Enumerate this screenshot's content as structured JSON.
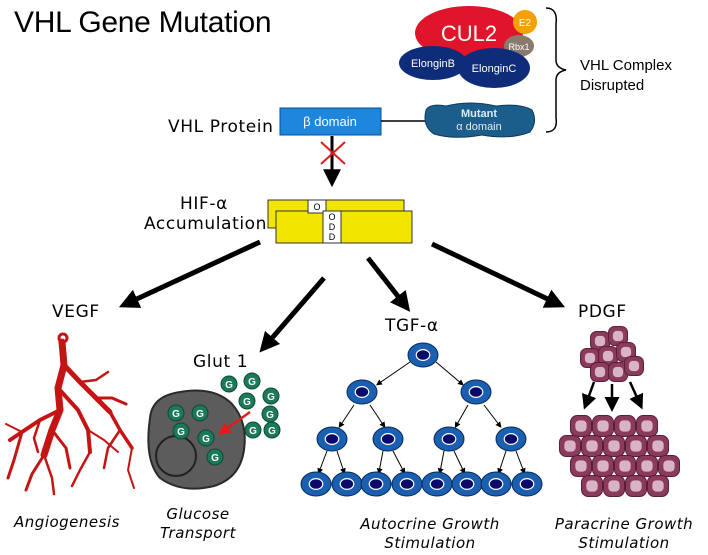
{
  "title": "VHL Gene Mutation",
  "complex": {
    "cul2": "CUL2",
    "e2": "E2",
    "rbx1": "Rbx1",
    "elonginB": "ElonginB",
    "elonginC": "ElonginC",
    "label_line1": "VHL Complex",
    "label_line2": "Disrupted"
  },
  "vhl": {
    "label": "VHL Protein",
    "beta_domain": "β domain",
    "mutant_line1": "Mutant",
    "mutant_line2": "α domain"
  },
  "hif": {
    "label_line1": "HIF-α",
    "label_line2": "Accumulation",
    "odd_top": "O",
    "odd_letters": [
      "O",
      "D",
      "D"
    ]
  },
  "targets": {
    "vegf": "VEGF",
    "glut1": "Glut 1",
    "tgf": "TGF-α",
    "pdgf": "PDGF",
    "glucose_glyph": "G"
  },
  "captions": {
    "angiogenesis": "Angiogenesis",
    "glucose_line1": "Glucose",
    "glucose_line2": "Transport",
    "autocrine_line1": "Autocrine Growth",
    "autocrine_line2": "Stimulation",
    "paracrine_line1": "Paracrine Growth",
    "paracrine_line2": "Stimulation"
  },
  "colors": {
    "cul2": "#e0142a",
    "e2": "#f5a000",
    "rbx1": "#8a7a6e",
    "elongin": "#0f2c7a",
    "beta_domain": "#1e86dc",
    "mutant_domain": "#1b5e8c",
    "hif_box": "#f2e600",
    "cell": "#1a5fb0",
    "nucleus": "#0a0a6a",
    "glucose": "#1c7a5a",
    "vessel": "#c41414",
    "paracrine_cell": "#8a3a5a",
    "inhibit_x": "#e21b1b",
    "arrow": "#000000"
  }
}
